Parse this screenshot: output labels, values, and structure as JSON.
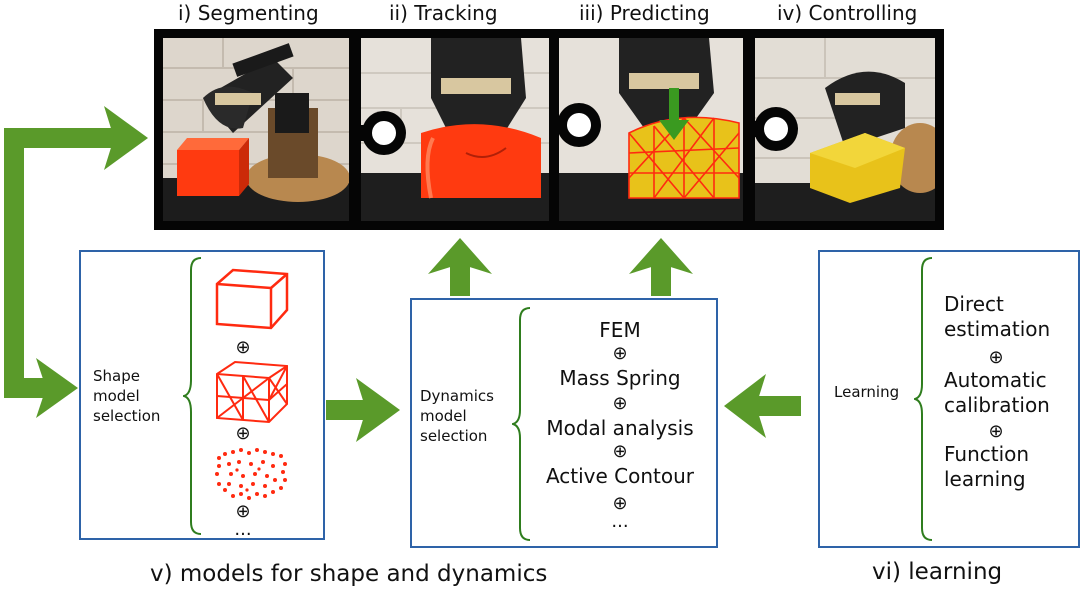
{
  "stages": [
    {
      "label": "i) Segmenting"
    },
    {
      "label": "ii) Tracking"
    },
    {
      "label": "iii) Predicting"
    },
    {
      "label": "iv) Controlling"
    }
  ],
  "shape_box": {
    "label": "Shape model selection",
    "operators": [
      "⊕",
      "⊕",
      "⊕"
    ],
    "ellipsis": "..."
  },
  "dynamics_box": {
    "label": "Dynamics model selection",
    "items": [
      "FEM",
      "Mass Spring",
      "Modal analysis",
      "Active Contour"
    ],
    "operator": "⊕",
    "ellipsis": "..."
  },
  "learning_box": {
    "label": "Learning",
    "items": [
      "Direct estimation",
      "Automatic calibration",
      "Function learning"
    ],
    "operator": "⊕"
  },
  "captions": {
    "models": "v) models for shape and dynamics",
    "learning": "vi) learning"
  },
  "colors": {
    "arrow": "#5a9a2a",
    "box_border": "#2e63a8",
    "brace": "#2f7d1e",
    "object_red": "#ff3a10",
    "object_yellow": "#e8c21a"
  }
}
